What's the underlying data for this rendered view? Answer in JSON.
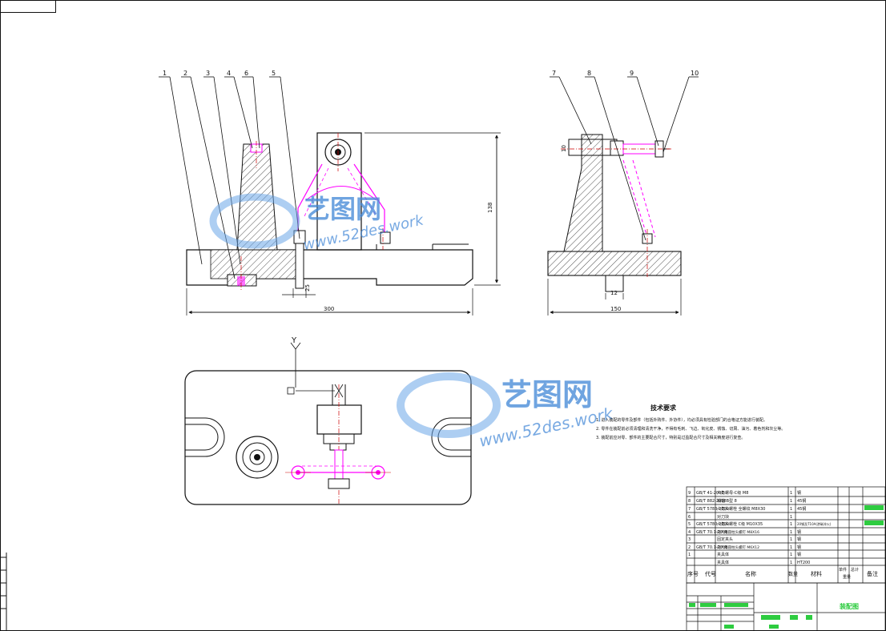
{
  "balloons": [
    "1",
    "2",
    "3",
    "4",
    "6",
    "5",
    "7",
    "8",
    "9",
    "10"
  ],
  "dimensions": {
    "front_width": "300",
    "front_height": "138",
    "side_width": "150",
    "slot": "12",
    "bolt": "10",
    "shaft": "25"
  },
  "axes": {
    "y": "Y",
    "x": "X"
  },
  "watermark": {
    "cn": "艺图网",
    "url": "www.52des.work"
  },
  "tech_req": {
    "title": "技术要求",
    "lines": [
      "1. 进入装配的零件及部件（包括外购件、外协件），均必须具有检验部门的合格证方能进行装配。",
      "2. 零件在装配前必须清理和清洗干净，不得有毛刺、飞边、氧化皮、锈蚀、切屑、油污、着色剂和灰尘等。",
      "3. 装配前应对零、部件的主要配合尺寸，特别是过盈配合尺寸及相关精度进行复查。"
    ]
  },
  "bom": {
    "rows": [
      {
        "no": "9",
        "code": "GB/T 41-2000",
        "name": "六角螺母-C级 M8",
        "qty": "1",
        "mat": "钢"
      },
      {
        "no": "8",
        "code": "GB/T 882-2008",
        "name": "销轴 B型 8",
        "qty": "1",
        "mat": "45钢"
      },
      {
        "no": "7",
        "code": "GB/T 5783-2000",
        "name": "六角头螺栓 全螺纹 M8X30",
        "qty": "1",
        "mat": "45钢"
      },
      {
        "no": "6",
        "code": "",
        "name": "对刀块",
        "qty": "1",
        "mat": ""
      },
      {
        "no": "5",
        "code": "GB/T 5780-2000",
        "name": "六角头螺栓 C级 M10X35",
        "qty": "1",
        "mat": "20钢及T10A(渗碳淬火)"
      },
      {
        "no": "4",
        "code": "GB/T 70.1-2008",
        "name": "内六角圆柱头螺钉 M8X16",
        "qty": "1",
        "mat": "钢"
      },
      {
        "no": "3",
        "code": "",
        "name": "固定夹头",
        "qty": "1",
        "mat": "钢"
      },
      {
        "no": "2",
        "code": "GB/T 70.1-2008",
        "name": "内六角圆柱头螺钉 M6X12",
        "qty": "1",
        "mat": "钢"
      },
      {
        "no": "1",
        "code": "",
        "name": "夹具体",
        "qty": "1",
        "mat": "钢"
      },
      {
        "no": "",
        "code": "",
        "name": "夹具体",
        "qty": "1",
        "mat": "HT200"
      }
    ],
    "header": {
      "no": "序号",
      "code": "代号",
      "name": "名称",
      "qty": "数量",
      "mat": "材料",
      "unit": "单件",
      "total": "总计",
      "weight": "重量",
      "remark": "备注"
    }
  },
  "title_block": {
    "drawing_title": "装配图"
  }
}
